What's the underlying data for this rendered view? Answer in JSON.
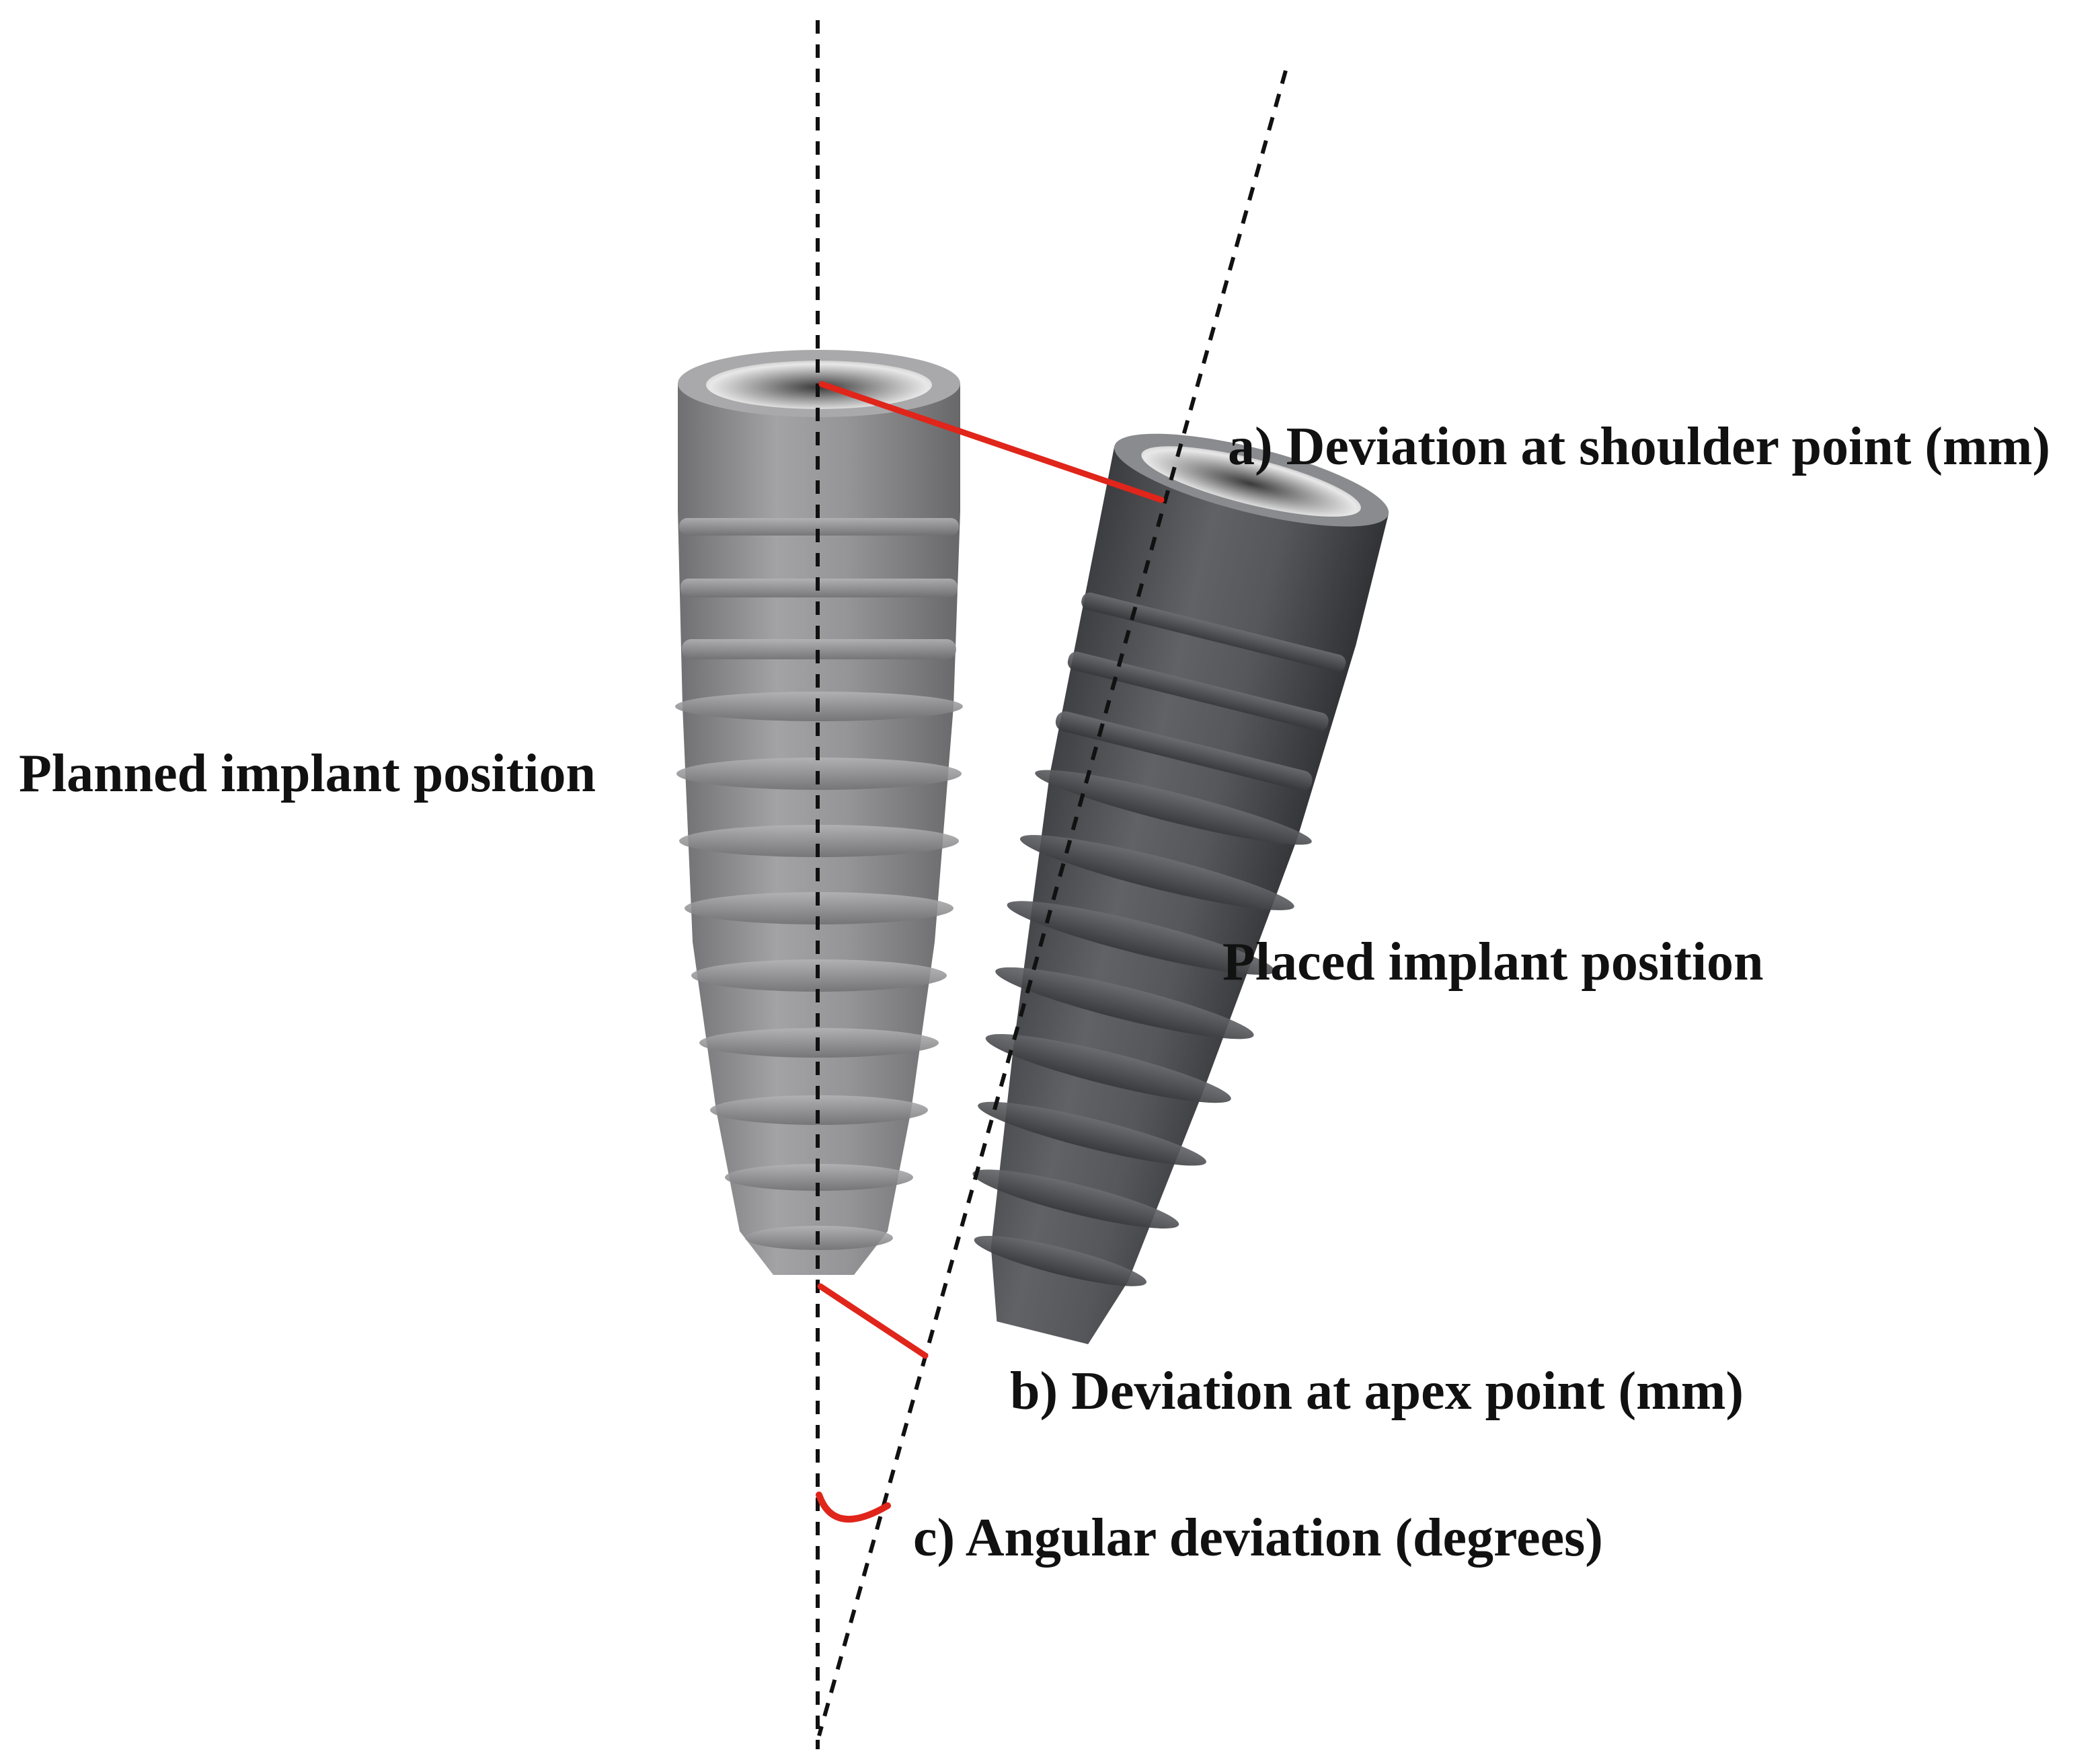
{
  "labels": {
    "planned": "Planned implant position",
    "placed": "Placed implant position",
    "shoulder": "a) Deviation at shoulder point (mm)",
    "apex": "b) Deviation at apex point (mm)",
    "angular": "c) Angular deviation (degrees)"
  },
  "colors": {
    "deviation_marker": "#e0251b",
    "axis_line": "#111111",
    "planned_implant": "#8c8c8c",
    "placed_implant": "#4e4f52",
    "text": "#111111"
  }
}
